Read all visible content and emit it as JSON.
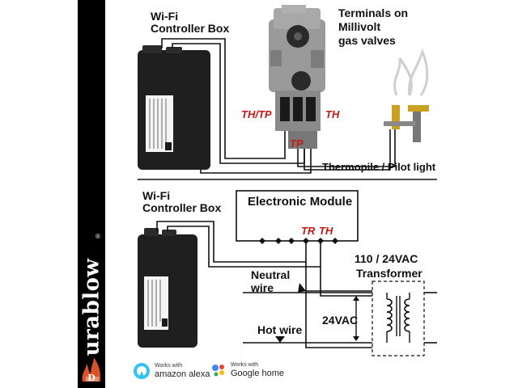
{
  "brand": {
    "name": "urablow",
    "trademark": "®"
  },
  "top_section": {
    "controller_label_line1": "Wi-Fi",
    "controller_label_line2": "Controller Box",
    "terminals_line1": "Terminals on",
    "terminals_line2": "Millivolt",
    "terminals_line3": "gas valves",
    "th_tp": "TH/TP",
    "th": "TH",
    "tp": "TP",
    "thermopile": "Thermopile / Pilot light"
  },
  "bottom_section": {
    "controller_label_line1": "Wi-Fi",
    "controller_label_line2": "Controller Box",
    "module_title": "Electronic Module",
    "tr": "TR",
    "th": "TH",
    "transformer_line1": "110 / 24VAC",
    "transformer_line2": "Transformer",
    "neutral_line1": "Neutral",
    "neutral_line2": "wire",
    "hot_wire": "Hot wire",
    "voltage": "24VAC"
  },
  "badges": {
    "alexa_top": "Works with",
    "alexa_bottom": "amazon alexa",
    "google_top": "Works with",
    "google_bottom": "Google home"
  },
  "colors": {
    "accent_red": "#c41a14",
    "wire": "#111111",
    "box": "#1c1c1c"
  }
}
